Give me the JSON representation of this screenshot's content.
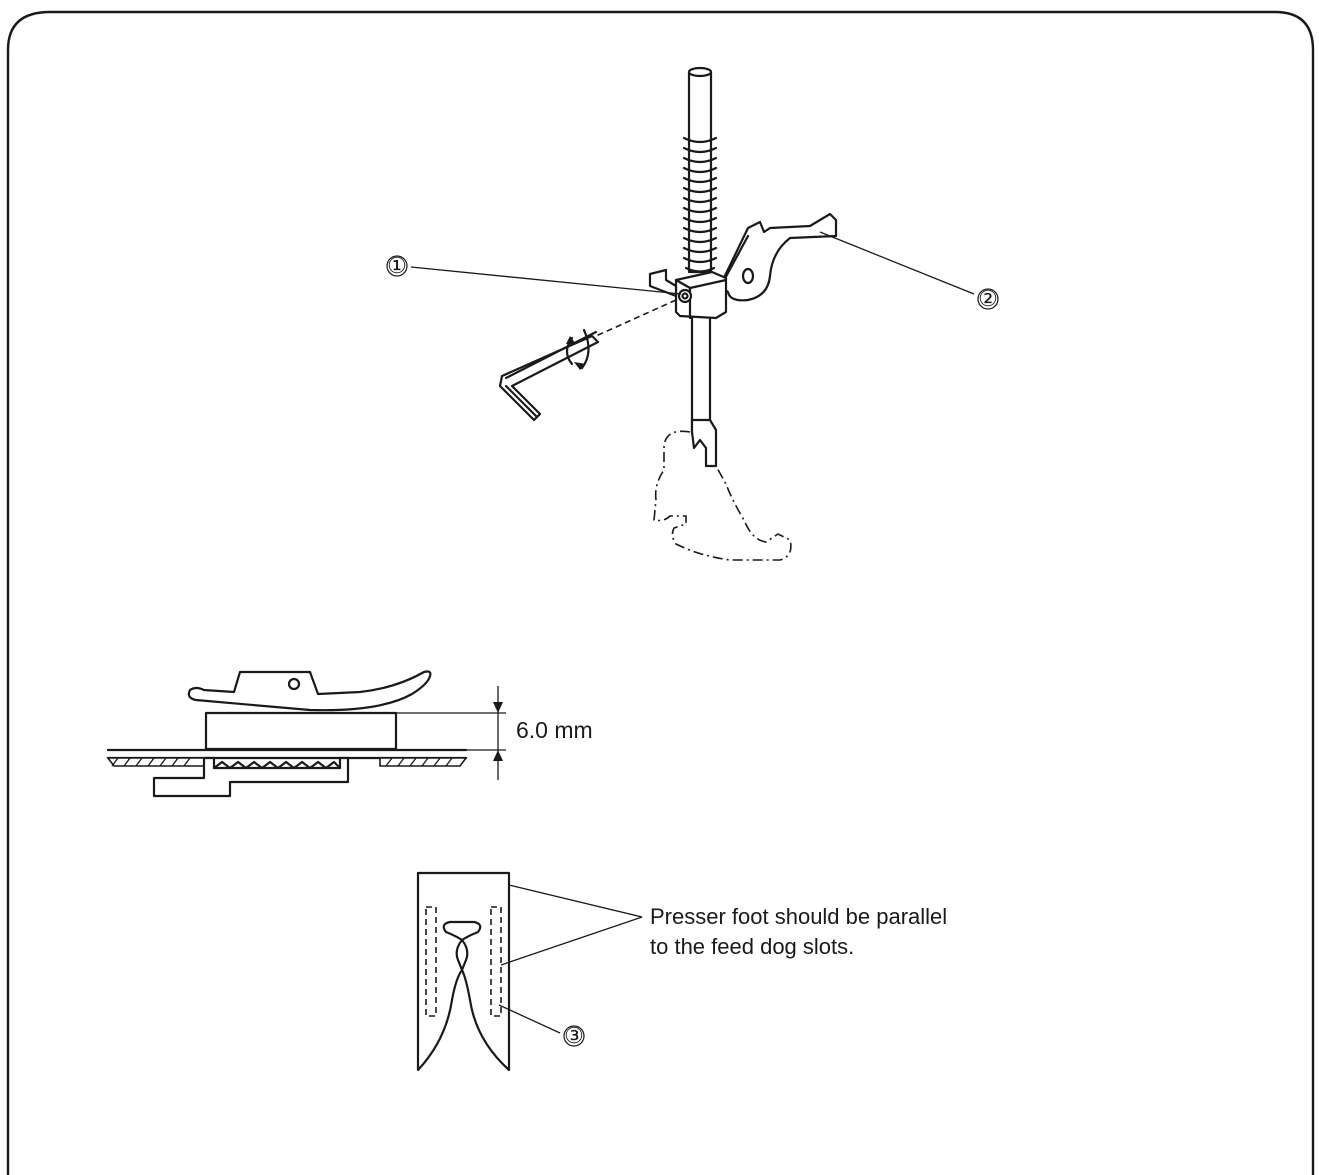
{
  "colors": {
    "line": "#1a1a1a",
    "background": "#ffffff"
  },
  "callouts": {
    "c1": "①",
    "c2": "②",
    "c3": "③"
  },
  "dimension": {
    "label": "6.0 mm"
  },
  "note": {
    "line1": "Presser foot should be parallel",
    "line2": "to the feed dog slots."
  }
}
